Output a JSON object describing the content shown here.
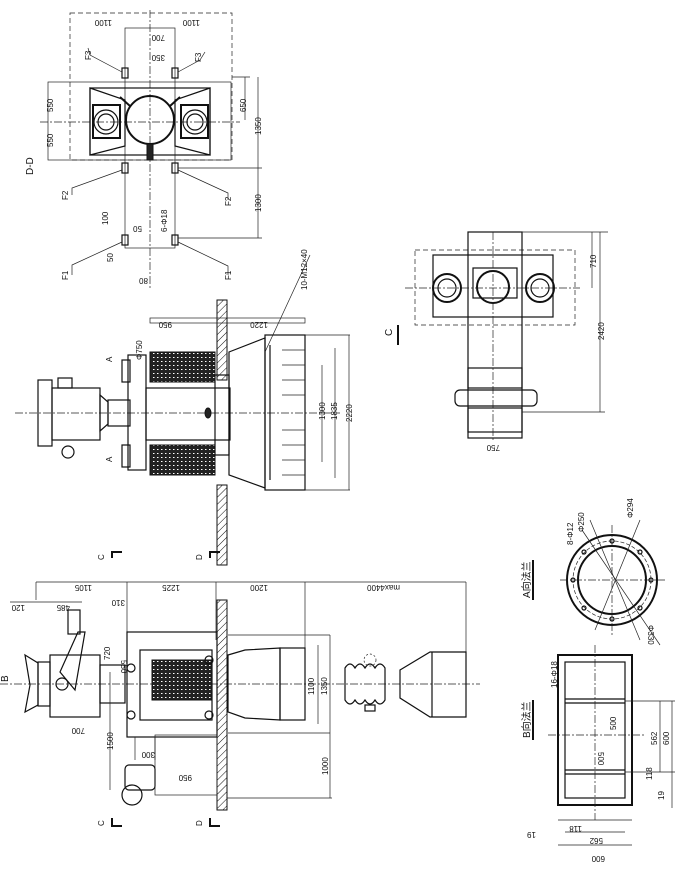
{
  "view_dd": {
    "section_label": "D-D",
    "dims": {
      "w_left": "1100",
      "w_right": "1100",
      "w700": "700",
      "w350": "350",
      "h550a": "550",
      "h550b": "550",
      "h650": "650",
      "h1350": "1350",
      "h1300": "1300",
      "d100": "100",
      "d50a": "50",
      "d50b": "50",
      "d80": "80"
    },
    "bolts": {
      "f3a": "F3",
      "f3b": "F3",
      "f2a": "F2",
      "f2b": "F2",
      "f1a": "F1",
      "f1b": "F1"
    },
    "holes": "6-Φ18"
  },
  "view_side": {
    "dims": {
      "d950": "950",
      "d1220": "1220",
      "phi750": "Φ750",
      "d1300": "1300",
      "d1835": "1835",
      "d2220": "2220"
    },
    "bolt_note": "10-M12×40",
    "arrow_a1": "A",
    "arrow_a2": "A"
  },
  "view_c": {
    "label": "C",
    "dims": {
      "d710": "710",
      "d2420": "2420",
      "d750": "750"
    }
  },
  "view_plan": {
    "dims": {
      "d1105": "1105",
      "d1225": "1225",
      "d1200": "1200",
      "max4400": "max4400",
      "d120": "120",
      "d485": "485",
      "d310": "310",
      "d720": "720",
      "d550": "550",
      "d700": "700",
      "d1500": "1500",
      "d300": "300",
      "d950": "950",
      "d1100": "1100",
      "d1350": "1350",
      "d1000": "1000"
    },
    "arrow_b": "B",
    "cut_c1": "C",
    "cut_c2": "C",
    "cut_d1": "D",
    "cut_d2": "D"
  },
  "flange_a": {
    "title": "A向法兰",
    "holes": "8-Φ12",
    "d250": "Φ250",
    "d294": "Φ294",
    "d330": "Φ330"
  },
  "flange_b": {
    "title": "B向法兰",
    "holes": "16-Φ18",
    "d500a": "500",
    "d500b": "500",
    "d562a": "562",
    "d600a": "600",
    "d118a": "118",
    "d19a": "19",
    "d118b": "118",
    "d562b": "562",
    "d600b": "600",
    "d19b": "19"
  }
}
